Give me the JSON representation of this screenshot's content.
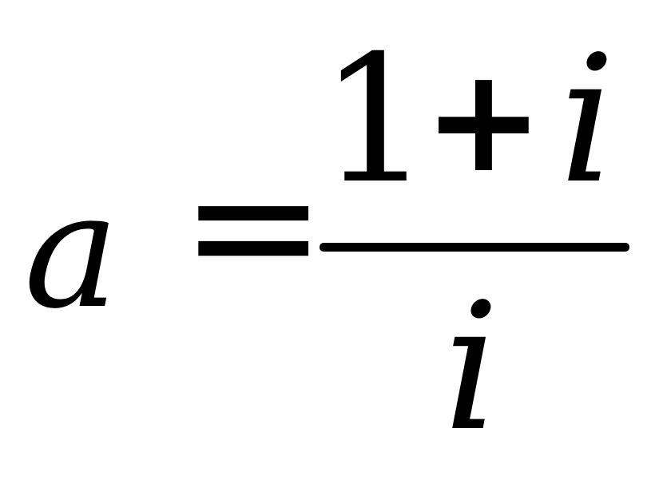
{
  "formula": {
    "lhs": "a",
    "relation": "=",
    "numerator": {
      "term1": "1",
      "operator": "+",
      "term2": "i"
    },
    "denominator": "i"
  }
}
